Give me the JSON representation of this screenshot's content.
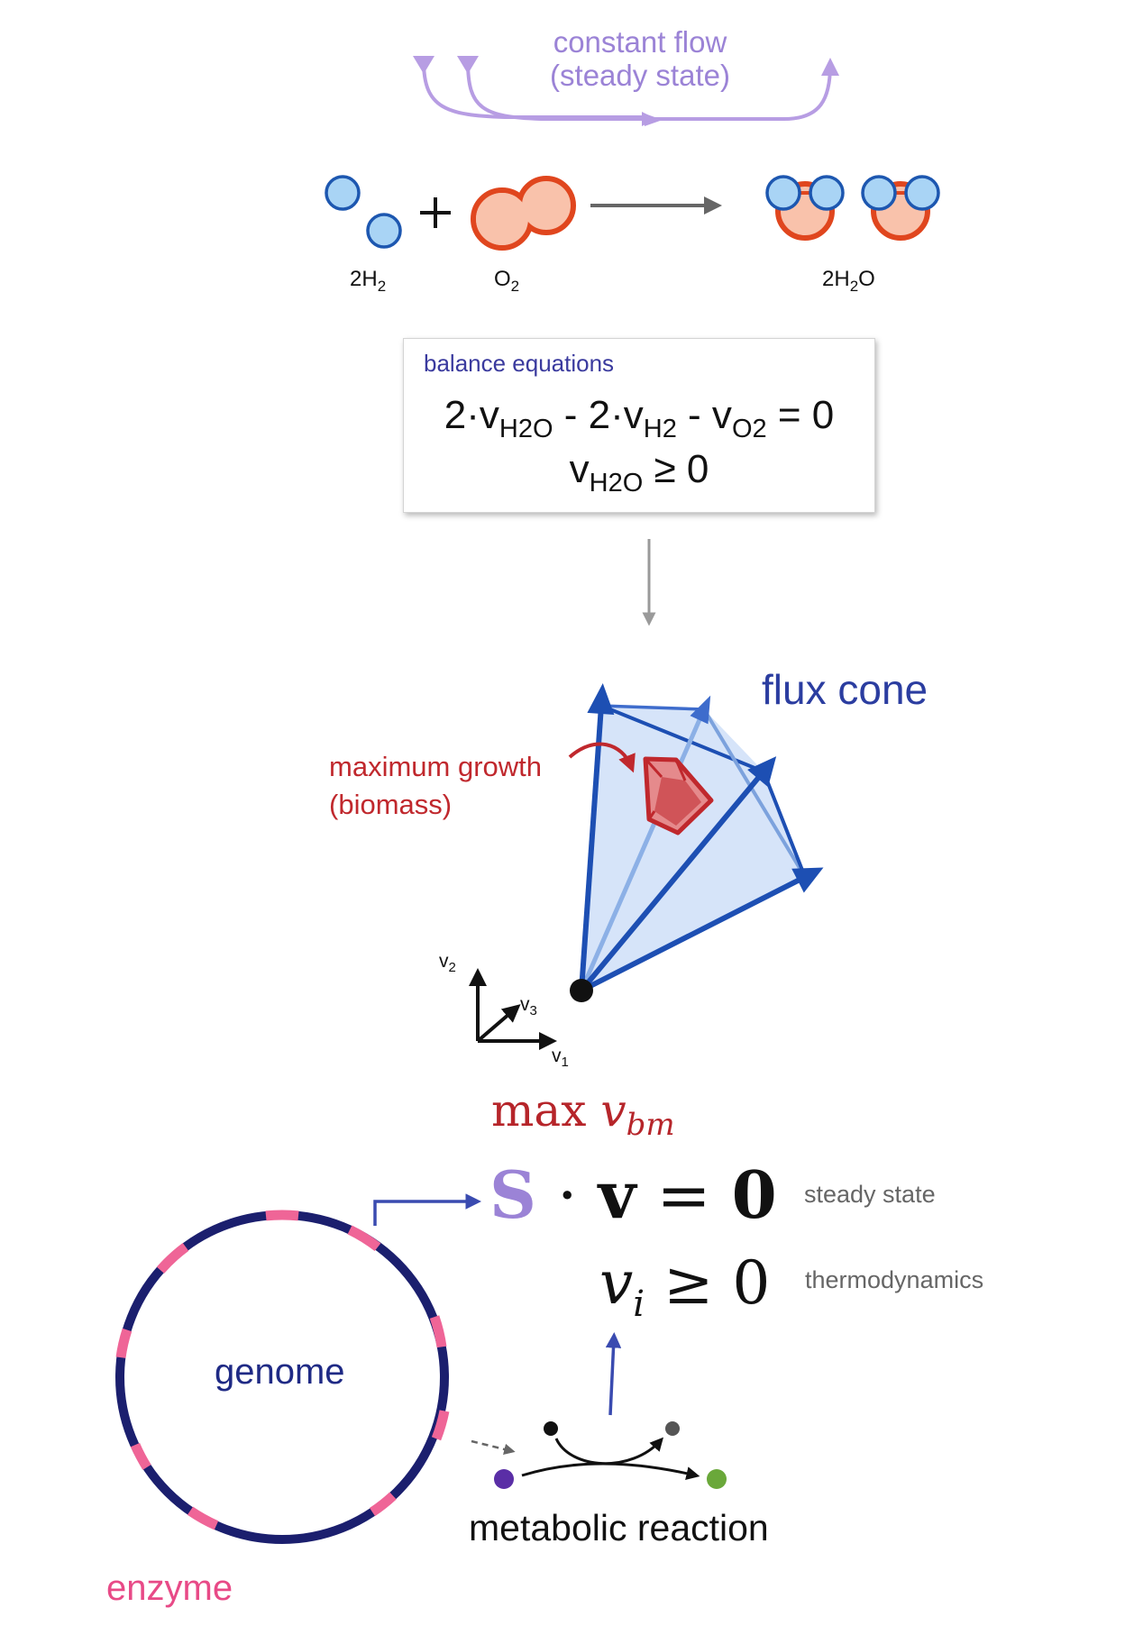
{
  "flow": {
    "line1": "constant flow",
    "line2": "(steady state)"
  },
  "reaction": {
    "h2": {
      "coef": "2",
      "el": "H",
      "sub": "2"
    },
    "o2": {
      "el": "O",
      "sub": "2"
    },
    "h2o": {
      "coef": "2",
      "el1": "H",
      "sub": "2",
      "el2": "O"
    }
  },
  "balance": {
    "title": "balance equations",
    "eq1": {
      "c1": "2·v",
      "s1": "H2O",
      "c2": " - 2·v",
      "s2": "H2",
      "c3": " - v",
      "s3": "O2",
      "rhs": " = 0"
    },
    "eq2": {
      "v": "v",
      "s": "H2O",
      "rhs": " ≥ 0"
    }
  },
  "cone": {
    "title": "flux cone",
    "growth_line1": "maximum growth",
    "growth_line2": "(biomass)",
    "axes": {
      "v2": {
        "v": "v",
        "s": "2"
      },
      "v3": {
        "v": "v",
        "s": "3"
      },
      "v1": {
        "v": "v",
        "s": "1"
      }
    }
  },
  "math": {
    "max_word": "max ",
    "max_var": "v",
    "max_sub": "bm",
    "S": "S",
    "dot": " · ",
    "v": "v",
    "eq": " = ",
    "zero": "0",
    "vi": "v",
    "vi_sub": "i",
    "geq": " ≥ 0"
  },
  "notes": {
    "steady": "steady state",
    "thermo": "thermodynamics"
  },
  "labels": {
    "genome": "genome",
    "enzyme": "enzyme",
    "metabolic": "metabolic reaction"
  },
  "colors": {
    "flow": "#9b83d6",
    "h_fill": "#a9d4f5",
    "h_stroke": "#1d57b0",
    "o_fill": "#f9c2ab",
    "o_stroke": "#e0461e",
    "cone_blue": "#1d4fb3",
    "cone_fill": "#dce9fb",
    "growth_red": "#c0282d",
    "genome_ring": "#1b1f6e",
    "enzyme_pink": "#ef6597"
  }
}
